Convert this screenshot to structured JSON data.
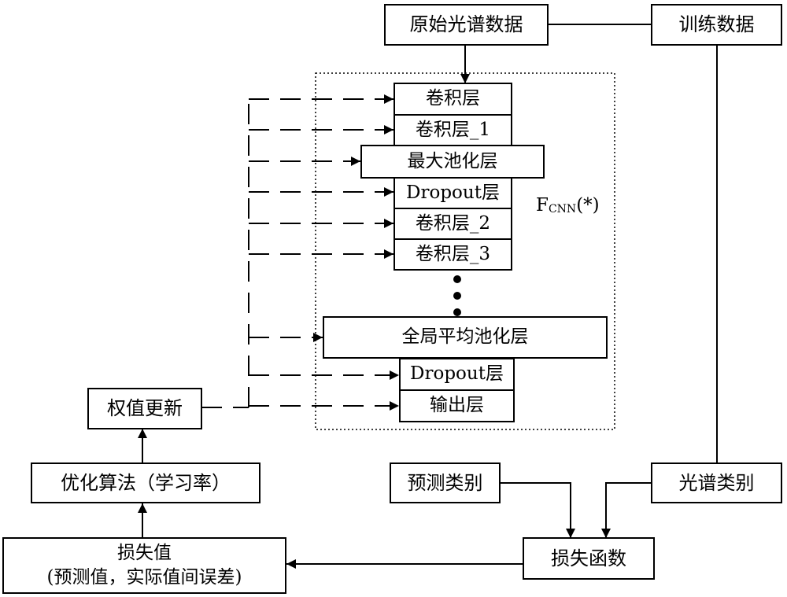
{
  "top": {
    "raw_spectra": "原始光谱数据",
    "training_data": "训练数据"
  },
  "cnn": {
    "label_main": "F",
    "label_sub": "CNN",
    "label_tail": "(*)",
    "layers": [
      "卷积层",
      "卷积层_1",
      "最大池化层",
      "Dropout层",
      "卷积层_2",
      "卷积层_3",
      "全局平均池化层",
      "Dropout层",
      "输出层"
    ]
  },
  "left": {
    "weight_update": "权值更新",
    "optimizer": "优化算法（学习率）",
    "loss_value_line1": "损失值",
    "loss_value_line2": "(预测值，实际值间误差)"
  },
  "bottom": {
    "predicted_class": "预测类别",
    "spectral_class": "光谱类别",
    "loss_function": "损失函数"
  }
}
